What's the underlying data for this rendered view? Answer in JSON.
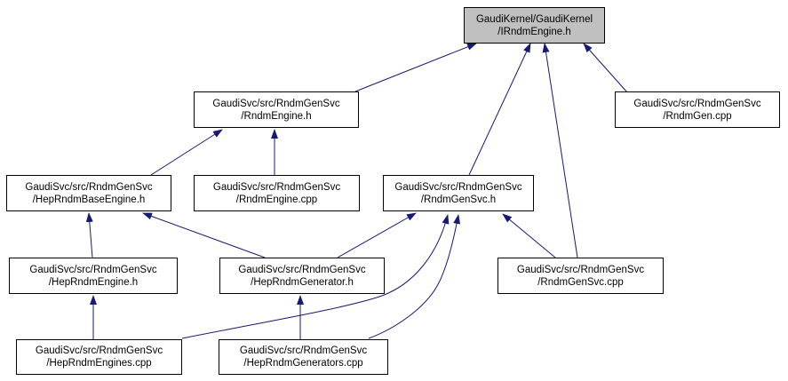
{
  "diagram": {
    "kind": "include-dependency-graph",
    "background_color": "#ffffff",
    "edge_color": "#191970",
    "node_border_color": "#000000",
    "node_fill_color": "#ffffff",
    "highlighted_node_fill_color": "#c0c0c0",
    "nodes": {
      "irndmengine_h": {
        "line1": "GaudiKernel/GaudiKernel",
        "line2": "/IRndmEngine.h",
        "highlighted": true
      },
      "rndmengine_h": {
        "line1": "GaudiSvc/src/RndmGenSvc",
        "line2": "/RndmEngine.h",
        "highlighted": false
      },
      "rndmgen_cpp": {
        "line1": "GaudiSvc/src/RndmGenSvc",
        "line2": "/RndmGen.cpp",
        "highlighted": false
      },
      "heprndmbaseengine_h": {
        "line1": "GaudiSvc/src/RndmGenSvc",
        "line2": "/HepRndmBaseEngine.h",
        "highlighted": false
      },
      "rndmengine_cpp": {
        "line1": "GaudiSvc/src/RndmGenSvc",
        "line2": "/RndmEngine.cpp",
        "highlighted": false
      },
      "rndmgensvc_h": {
        "line1": "GaudiSvc/src/RndmGenSvc",
        "line2": "/RndmGenSvc.h",
        "highlighted": false
      },
      "heprndmengine_h": {
        "line1": "GaudiSvc/src/RndmGenSvc",
        "line2": "/HepRndmEngine.h",
        "highlighted": false
      },
      "heprndmgenerator_h": {
        "line1": "GaudiSvc/src/RndmGenSvc",
        "line2": "/HepRndmGenerator.h",
        "highlighted": false
      },
      "rndmgensvc_cpp": {
        "line1": "GaudiSvc/src/RndmGenSvc",
        "line2": "/RndmGenSvc.cpp",
        "highlighted": false
      },
      "heprndmengines_cpp": {
        "line1": "GaudiSvc/src/RndmGenSvc",
        "line2": "/HepRndmEngines.cpp",
        "highlighted": false
      },
      "heprndmgenerators_cpp": {
        "line1": "GaudiSvc/src/RndmGenSvc",
        "line2": "/HepRndmGenerators.cpp",
        "highlighted": false
      }
    },
    "edges": [
      {
        "from": "rndmengine_h",
        "to": "irndmengine_h"
      },
      {
        "from": "rndmgen_cpp",
        "to": "irndmengine_h"
      },
      {
        "from": "rndmgensvc_h",
        "to": "irndmengine_h"
      },
      {
        "from": "rndmgensvc_cpp",
        "to": "irndmengine_h"
      },
      {
        "from": "heprndmbaseengine_h",
        "to": "rndmengine_h"
      },
      {
        "from": "rndmengine_cpp",
        "to": "rndmengine_h"
      },
      {
        "from": "heprndmengine_h",
        "to": "heprndmbaseengine_h"
      },
      {
        "from": "heprndmgenerator_h",
        "to": "heprndmbaseengine_h"
      },
      {
        "from": "heprndmgenerator_h",
        "to": "rndmgensvc_h"
      },
      {
        "from": "rndmgensvc_cpp",
        "to": "rndmgensvc_h"
      },
      {
        "from": "heprndmengines_cpp",
        "to": "rndmgensvc_h"
      },
      {
        "from": "heprndmgenerators_cpp",
        "to": "rndmgensvc_h"
      },
      {
        "from": "heprndmengines_cpp",
        "to": "heprndmengine_h"
      },
      {
        "from": "heprndmgenerators_cpp",
        "to": "heprndmgenerator_h"
      }
    ]
  }
}
